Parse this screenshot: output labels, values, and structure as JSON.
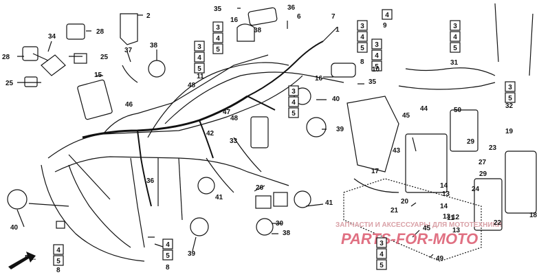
{
  "diagram": {
    "callouts": [
      {
        "id": "c2",
        "text": "2"
      },
      {
        "id": "c28a",
        "text": "28"
      },
      {
        "id": "c28b",
        "text": "28"
      },
      {
        "id": "c34",
        "text": "34"
      },
      {
        "id": "c25a",
        "text": "25"
      },
      {
        "id": "c25b",
        "text": "25"
      },
      {
        "id": "c15",
        "text": "15"
      },
      {
        "id": "c37",
        "text": "37"
      },
      {
        "id": "c38a",
        "text": "38"
      },
      {
        "id": "c46",
        "text": "46"
      },
      {
        "id": "c35a",
        "text": "35"
      },
      {
        "id": "c36a",
        "text": "36"
      },
      {
        "id": "c16a",
        "text": "16"
      },
      {
        "id": "c38b",
        "text": "38"
      },
      {
        "id": "c6",
        "text": "6"
      },
      {
        "id": "c7",
        "text": "7"
      },
      {
        "id": "c1",
        "text": "1"
      },
      {
        "id": "c9",
        "text": "9"
      },
      {
        "id": "c8a",
        "text": "8"
      },
      {
        "id": "c10",
        "text": "10"
      },
      {
        "id": "c16b",
        "text": "16"
      },
      {
        "id": "c35b",
        "text": "35"
      },
      {
        "id": "c11",
        "text": "11"
      },
      {
        "id": "c48a",
        "text": "48"
      },
      {
        "id": "c40a",
        "text": "40"
      },
      {
        "id": "c47",
        "text": "47"
      },
      {
        "id": "c48b",
        "text": "48"
      },
      {
        "id": "c42",
        "text": "42"
      },
      {
        "id": "c33",
        "text": "33"
      },
      {
        "id": "c39a",
        "text": "39"
      },
      {
        "id": "c31",
        "text": "31"
      },
      {
        "id": "c32",
        "text": "32"
      },
      {
        "id": "c50",
        "text": "50"
      },
      {
        "id": "c45a",
        "text": "45"
      },
      {
        "id": "c44",
        "text": "44"
      },
      {
        "id": "c43",
        "text": "43"
      },
      {
        "id": "c19",
        "text": "19"
      },
      {
        "id": "c29a",
        "text": "29"
      },
      {
        "id": "c23",
        "text": "23"
      },
      {
        "id": "c27",
        "text": "27"
      },
      {
        "id": "c29b",
        "text": "29"
      },
      {
        "id": "c17",
        "text": "17"
      },
      {
        "id": "c14a",
        "text": "14"
      },
      {
        "id": "c24",
        "text": "24"
      },
      {
        "id": "c13a",
        "text": "13"
      },
      {
        "id": "c14b",
        "text": "14"
      },
      {
        "id": "c20",
        "text": "20"
      },
      {
        "id": "c21",
        "text": "21"
      },
      {
        "id": "c13b",
        "text": "13"
      },
      {
        "id": "c11b",
        "text": "11"
      },
      {
        "id": "c22",
        "text": "22"
      },
      {
        "id": "c18",
        "text": "18"
      },
      {
        "id": "c12",
        "text": "12"
      },
      {
        "id": "c13c",
        "text": "13"
      },
      {
        "id": "c45b",
        "text": "45"
      },
      {
        "id": "c49",
        "text": "49"
      },
      {
        "id": "c36b",
        "text": "36"
      },
      {
        "id": "c41a",
        "text": "41"
      },
      {
        "id": "c26",
        "text": "26"
      },
      {
        "id": "c41b",
        "text": "41"
      },
      {
        "id": "c30",
        "text": "30"
      },
      {
        "id": "c38c",
        "text": "38"
      },
      {
        "id": "c39b",
        "text": "39"
      },
      {
        "id": "c40b",
        "text": "40"
      },
      {
        "id": "c8b",
        "text": "8"
      },
      {
        "id": "c8c",
        "text": "8"
      }
    ],
    "boxes": [
      "3",
      "4",
      "5"
    ],
    "fr_label": "FR.",
    "watermark_top": "ЗАПЧАСТИ И АКСЕССУАРЫ ДЛЯ МОТОТЕХНИКИ",
    "watermark_brand": "PARTS-FOR-MOTO"
  }
}
